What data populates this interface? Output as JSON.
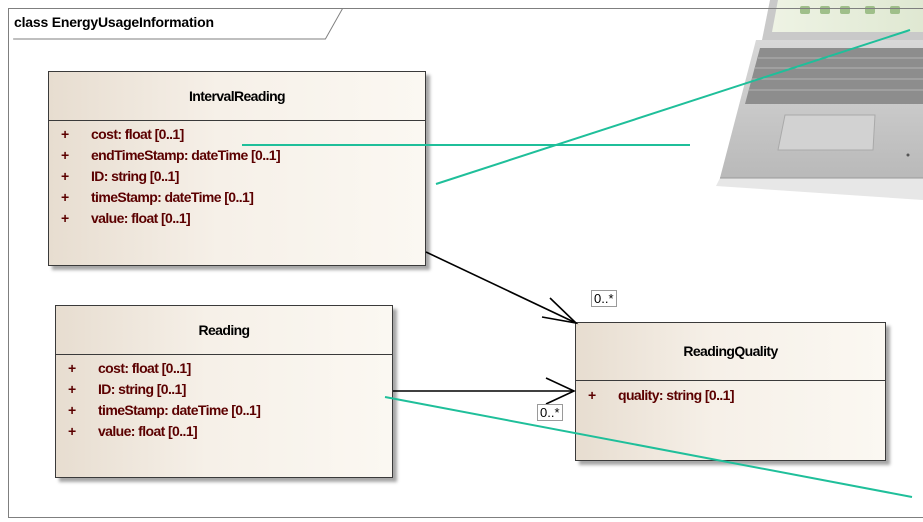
{
  "diagram": {
    "title": "class EnergyUsageInformation"
  },
  "classes": {
    "interval_reading": {
      "name": "IntervalReading",
      "attributes": [
        {
          "visibility": "+",
          "text": "cost: float [0..1]"
        },
        {
          "visibility": "+",
          "text": "endTimeStamp: dateTime [0..1]"
        },
        {
          "visibility": "+",
          "text": "ID: string [0..1]"
        },
        {
          "visibility": "+",
          "text": "timeStamp: dateTime [0..1]"
        },
        {
          "visibility": "+",
          "text": "value: float [0..1]"
        }
      ]
    },
    "reading": {
      "name": "Reading",
      "attributes": [
        {
          "visibility": "+",
          "text": "cost: float [0..1]"
        },
        {
          "visibility": "+",
          "text": "ID: string [0..1]"
        },
        {
          "visibility": "+",
          "text": "timeStamp: dateTime [0..1]"
        },
        {
          "visibility": "+",
          "text": "value: float [0..1]"
        }
      ]
    },
    "reading_quality": {
      "name": "ReadingQuality",
      "attributes": [
        {
          "visibility": "+",
          "text": "quality: string [0..1]"
        }
      ]
    }
  },
  "associations": [
    {
      "from": "IntervalReading",
      "to": "ReadingQuality",
      "multiplicity": "0..*"
    },
    {
      "from": "Reading",
      "to": "ReadingQuality",
      "multiplicity": "0..*"
    }
  ],
  "colors": {
    "class_fill": "#f6f0e8",
    "attribute_text": "#5b0000",
    "annotation_line": "#1fbf9a",
    "frame_border": "#7f7f7f"
  }
}
